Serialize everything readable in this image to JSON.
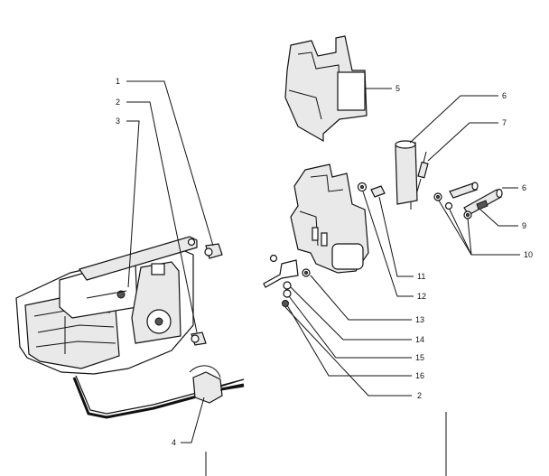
{
  "diagram": {
    "callouts": [
      {
        "id": "c1",
        "label": "1"
      },
      {
        "id": "c2a",
        "label": "2"
      },
      {
        "id": "c3",
        "label": "3"
      },
      {
        "id": "c4",
        "label": "4"
      },
      {
        "id": "c5",
        "label": "5"
      },
      {
        "id": "c6a",
        "label": "6"
      },
      {
        "id": "c7",
        "label": "7"
      },
      {
        "id": "c6b",
        "label": "6"
      },
      {
        "id": "c9",
        "label": "9"
      },
      {
        "id": "c10",
        "label": "10"
      },
      {
        "id": "c11",
        "label": "11"
      },
      {
        "id": "c12",
        "label": "12"
      },
      {
        "id": "c13",
        "label": "13"
      },
      {
        "id": "c14",
        "label": "14"
      },
      {
        "id": "c15",
        "label": "15"
      },
      {
        "id": "c16",
        "label": "16"
      },
      {
        "id": "c2b",
        "label": "2"
      }
    ]
  }
}
